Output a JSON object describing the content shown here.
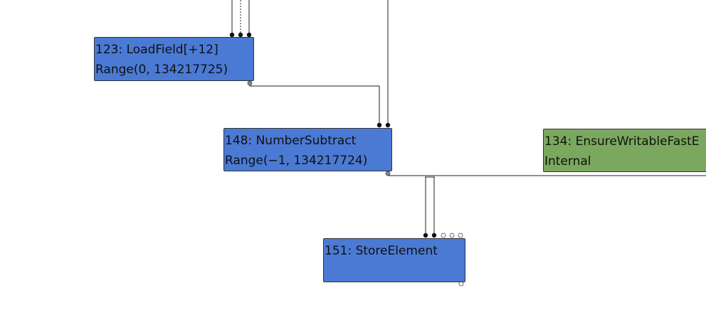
{
  "graph": {
    "nodes": [
      {
        "id": "123",
        "label": "123: LoadField[+12]",
        "info": "Range(0, 134217725)",
        "color": "#4a7ad4"
      },
      {
        "id": "148",
        "label": "148: NumberSubtract",
        "info": "Range(−1, 134217724)",
        "color": "#4a7ad4"
      },
      {
        "id": "151",
        "label": "151: StoreElement",
        "info": "",
        "color": "#4a7ad4"
      },
      {
        "id": "134",
        "label": "134: EnsureWritableFastE",
        "info": "Internal",
        "color": "#7aa85f"
      }
    ],
    "edges": [
      {
        "from": "123",
        "to": "148"
      },
      {
        "from": "148",
        "to": "151"
      },
      {
        "from": "148",
        "to": "134"
      }
    ]
  }
}
